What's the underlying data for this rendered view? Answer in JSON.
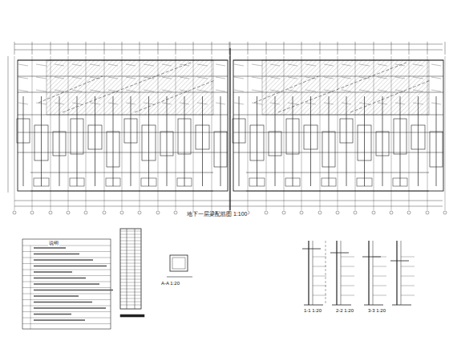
{
  "diagram": {
    "labels": [
      "地下一层梁配筋图 1:100",
      "说明",
      "1-1 1:20",
      "2-2 1:20",
      "3-3 1:20",
      "A-A 1:20"
    ]
  }
}
